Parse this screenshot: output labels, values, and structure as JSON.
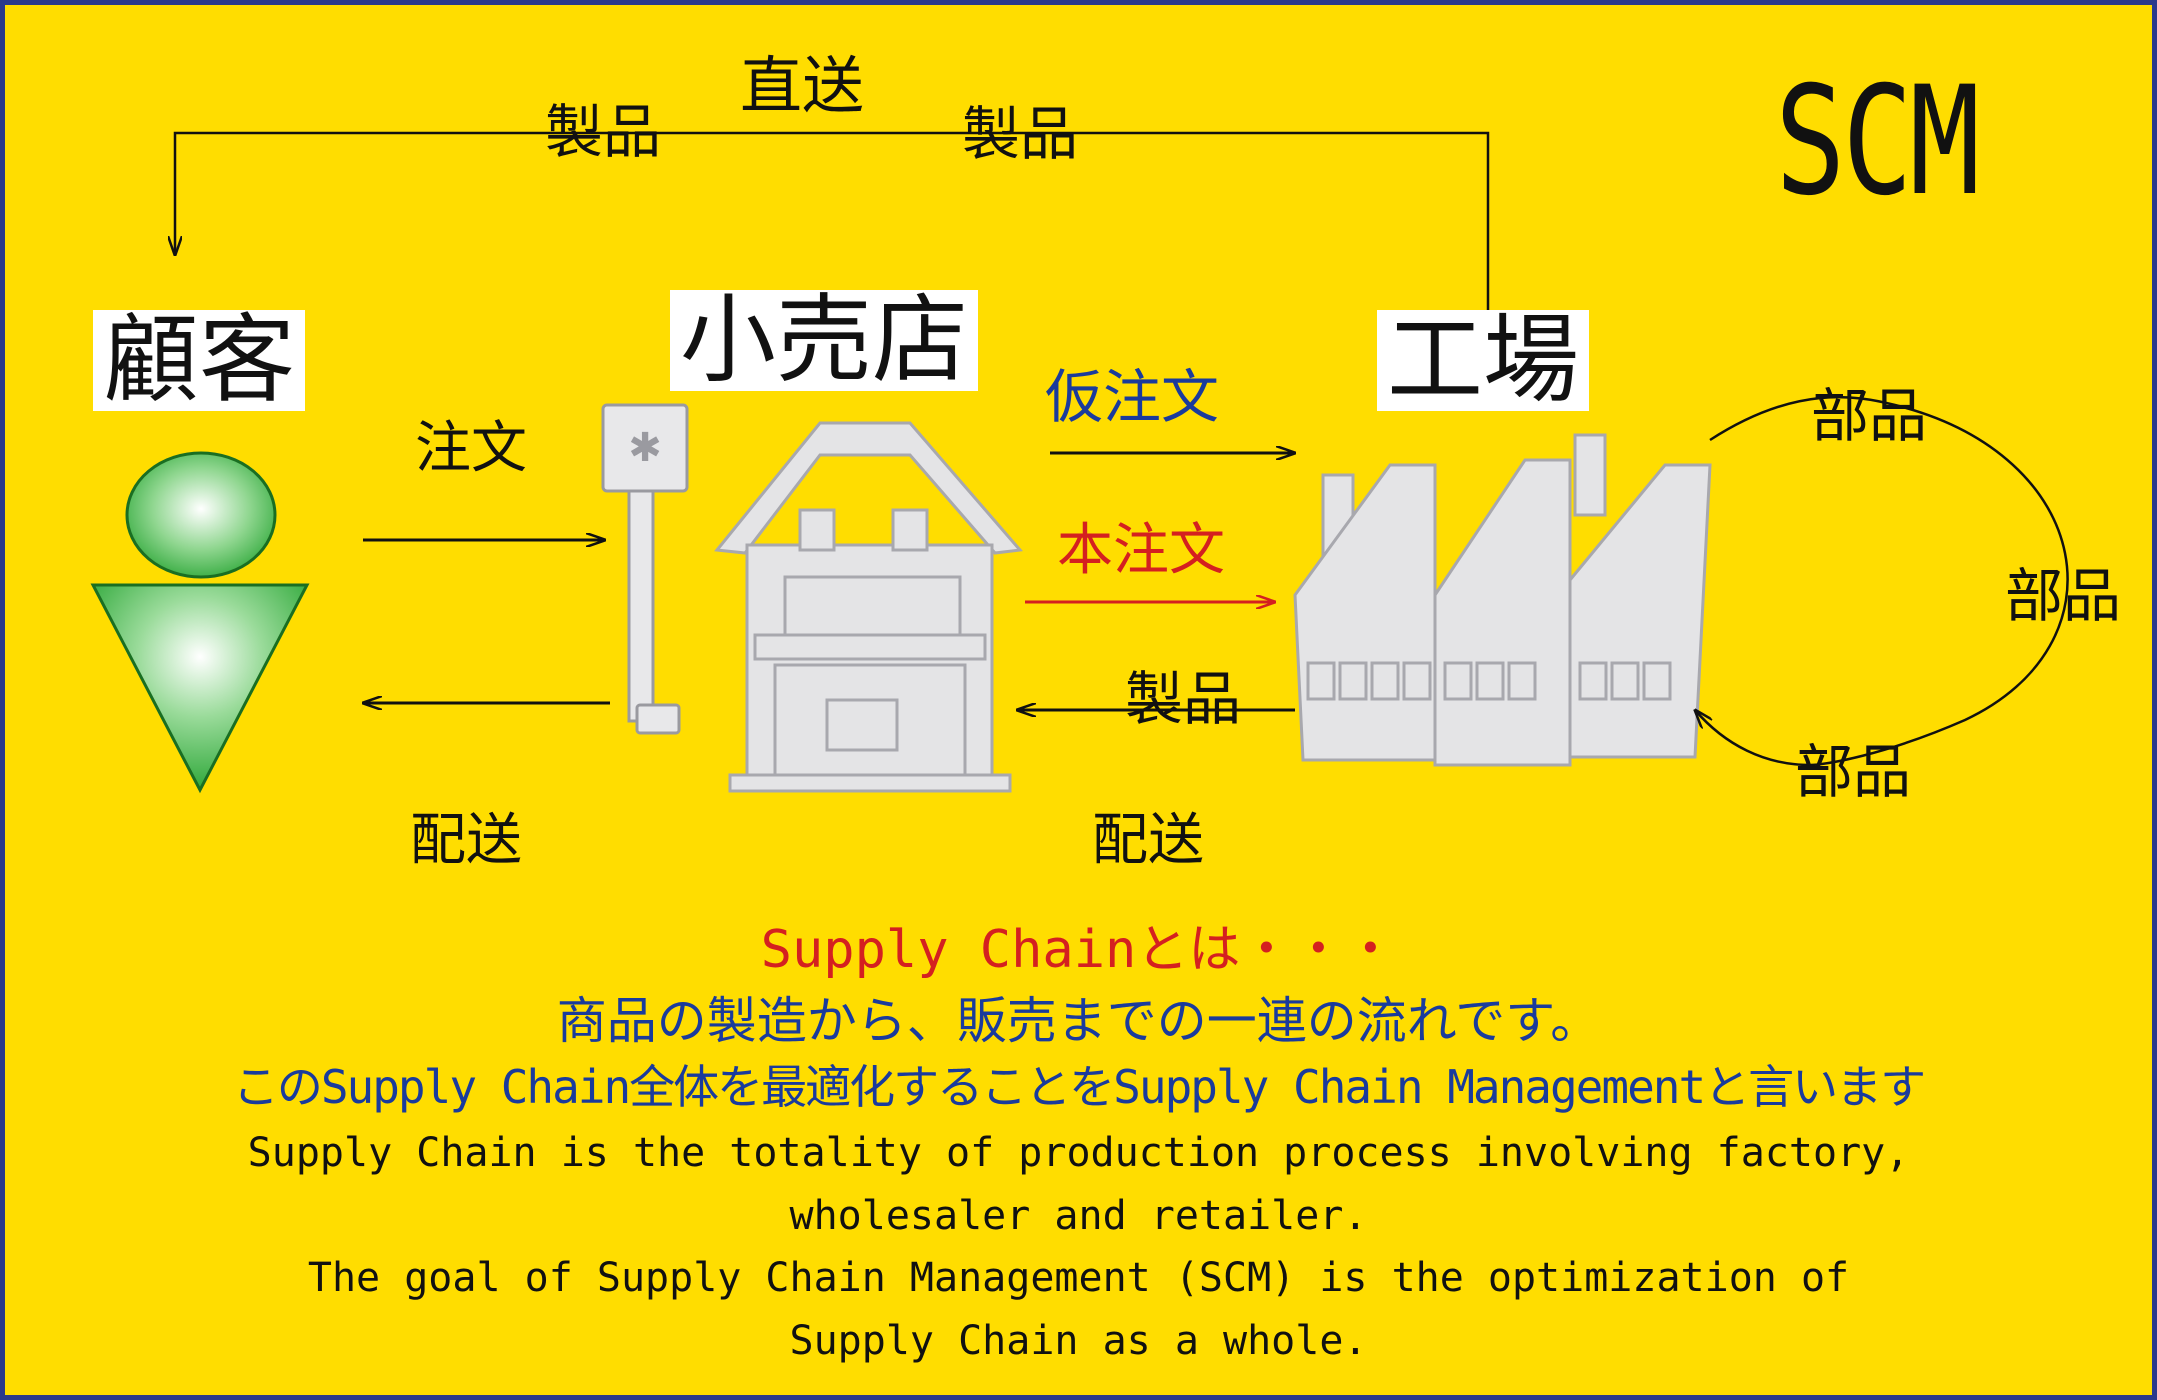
{
  "title": "SCM",
  "nodes": {
    "customer": "顧客",
    "retailer": "小売店",
    "factory": "工場"
  },
  "flows": {
    "direct_ship": "直送",
    "product": "製品",
    "parts": "部品",
    "order": "注文",
    "provisional_order": "仮注文",
    "final_order": "本注文",
    "delivery": "配送"
  },
  "description": {
    "heading": "Supply Chainとは・・・",
    "jp_line1": "商品の製造から、販売までの一連の流れです。",
    "jp_line2": "このSupply Chain全体を最適化することをSupply Chain Managementと言います",
    "en_line1": "Supply Chain is the totality of production process involving factory,",
    "en_line2": "wholesaler and retailer.",
    "en_line3": "The goal of Supply Chain Management (SCM) is the optimization of",
    "en_line4": "Supply Chain as a whole."
  },
  "colors": {
    "background": "#ffdd00",
    "border": "#2b3a8c",
    "provisional_order": "#1a3b9c",
    "final_order": "#d42020",
    "heading": "#d42020",
    "jp_text": "#1a3b9c",
    "en_text": "#111111",
    "customer_figure": "#2fa83a"
  }
}
